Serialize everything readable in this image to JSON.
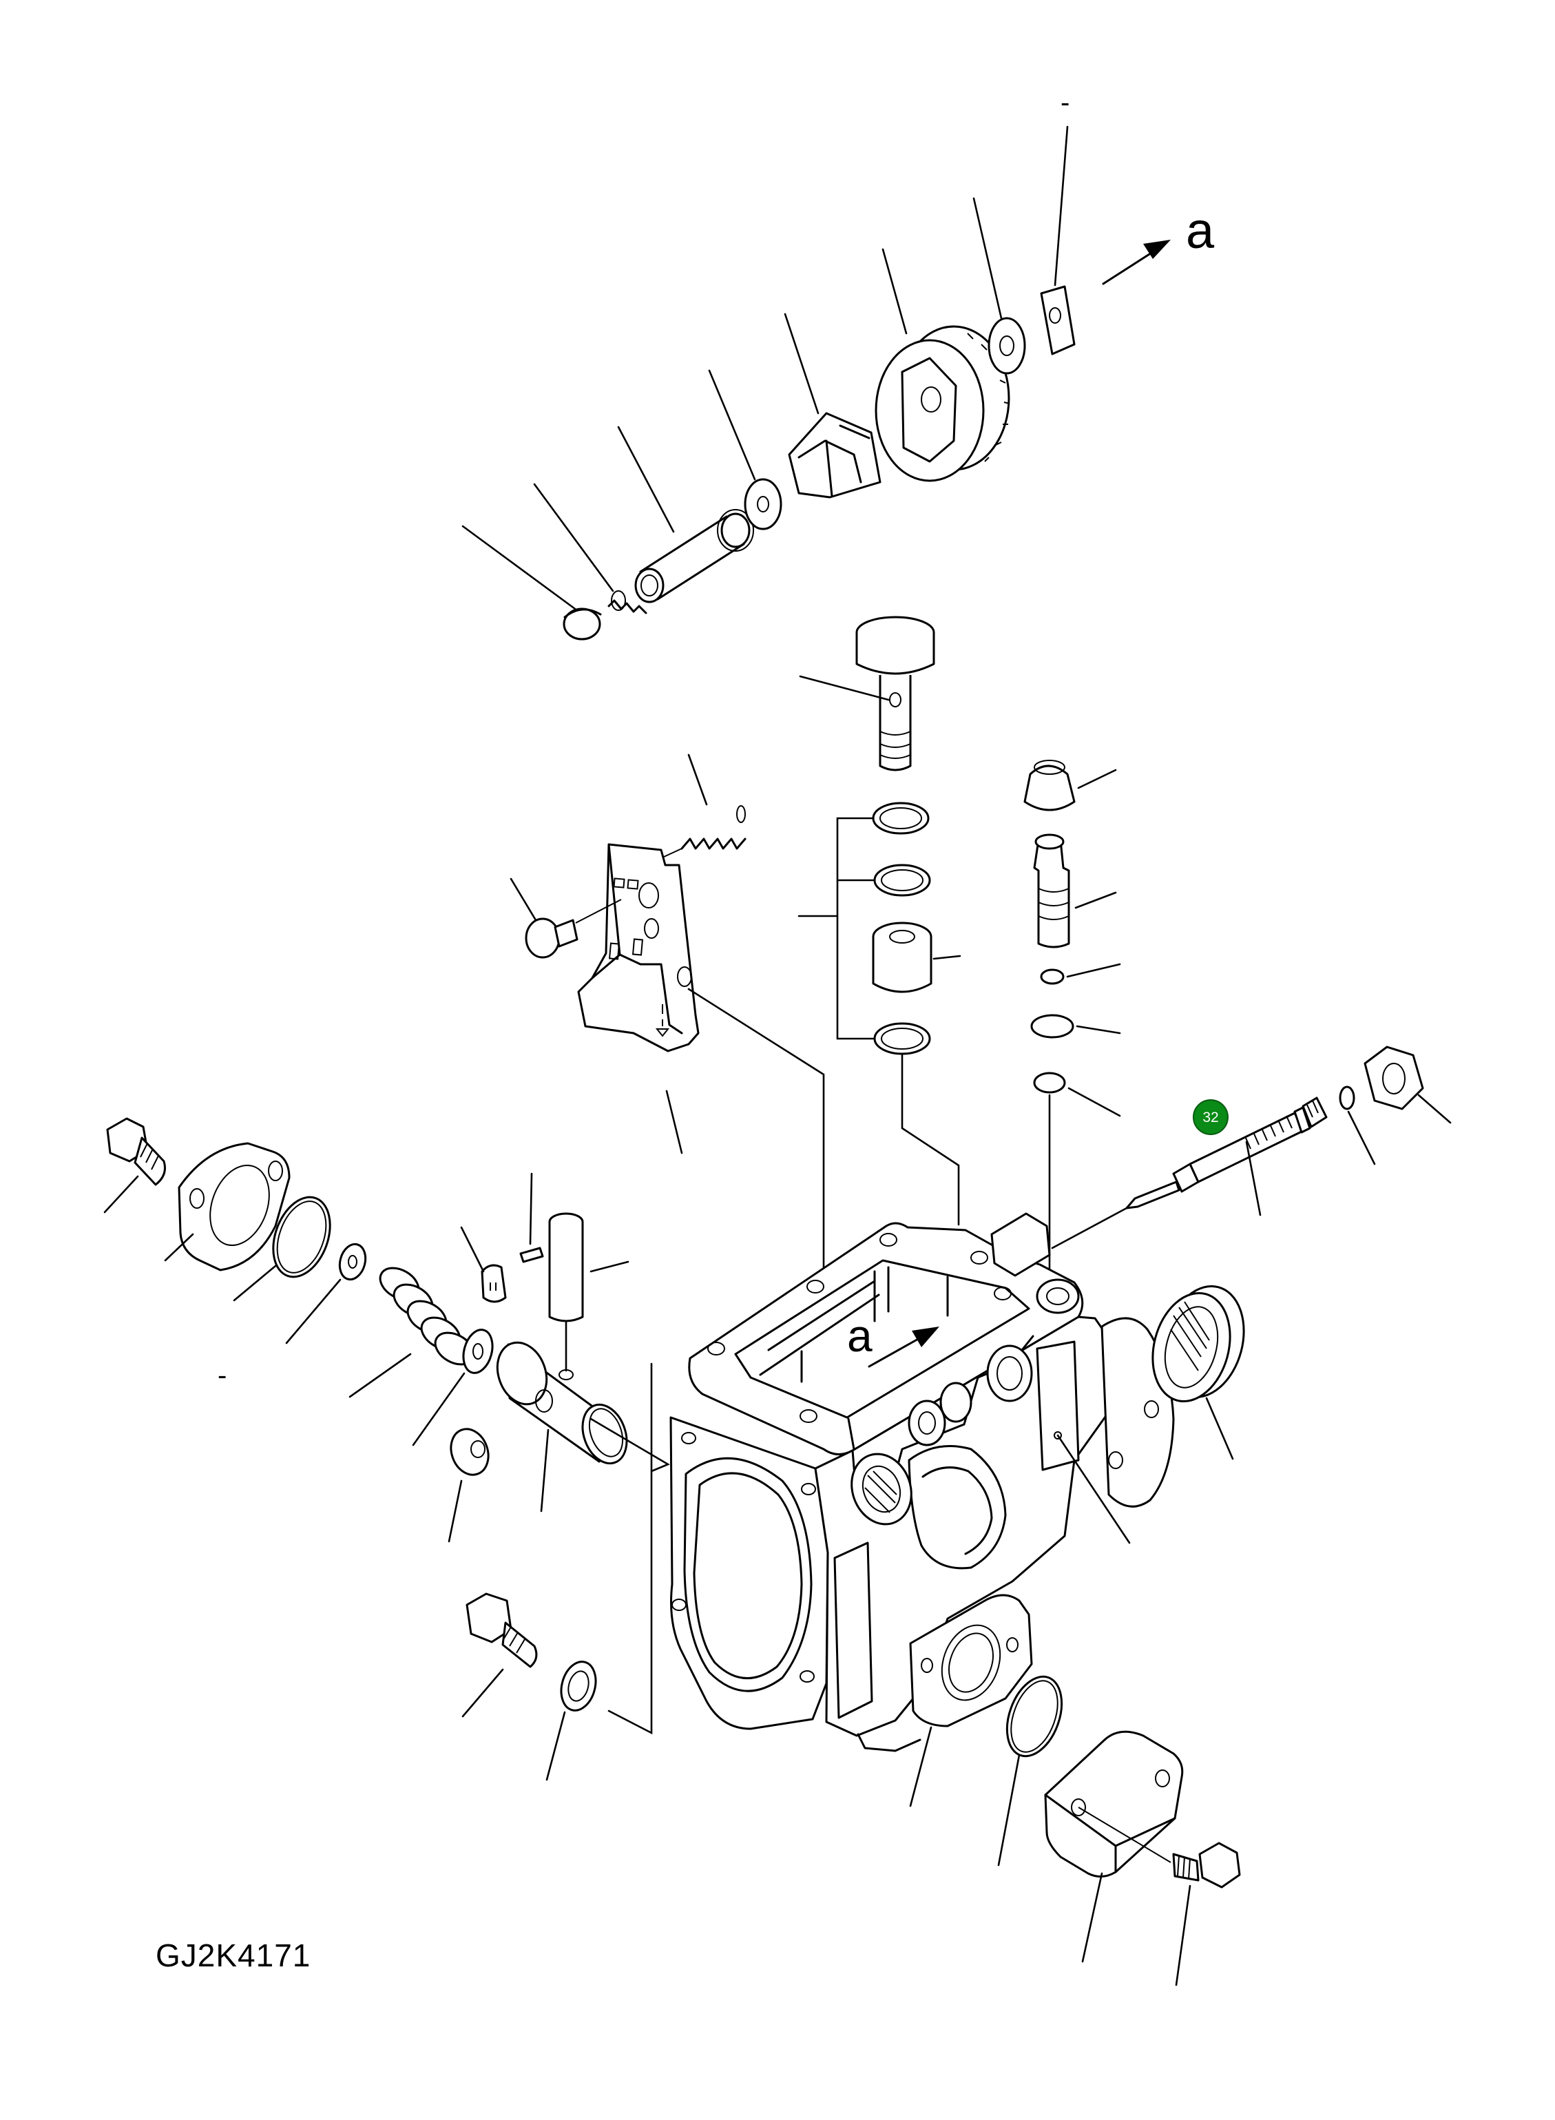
{
  "drawing_code": "GJ2K4171",
  "view_marker": "a",
  "dash_label": "-",
  "callouts": [
    {
      "id": "32",
      "color": "#0a8a16"
    }
  ]
}
